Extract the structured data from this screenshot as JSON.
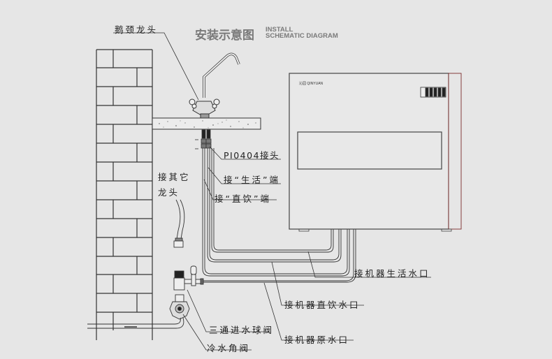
{
  "title": {
    "cn": "安装示意图",
    "en_line1": "INSTALL",
    "en_line2": "SCHEMATIC DIAGRAM"
  },
  "device": {
    "brand": "沁园 QINYUAN"
  },
  "labels": {
    "gooseneck_faucet": "鹅颈龙头",
    "connector": "PI0404接头",
    "living_end": "接“生活”端",
    "drinking_end": "接“直饮”端",
    "other_faucet_line1": "接其它",
    "other_faucet_line2": "龙头",
    "machine_living_outlet": "接机器生活水口",
    "machine_drinking_outlet": "接机器直饮水口",
    "machine_raw_inlet": "接机器原水口",
    "three_way_valve": "三通进水球阀",
    "cold_angle_valve": "冷水角阀"
  },
  "colors": {
    "background": "#e6e6e6",
    "line": "#333333",
    "title": "#7a7a7a",
    "side_panel": "#7a2a2a"
  }
}
